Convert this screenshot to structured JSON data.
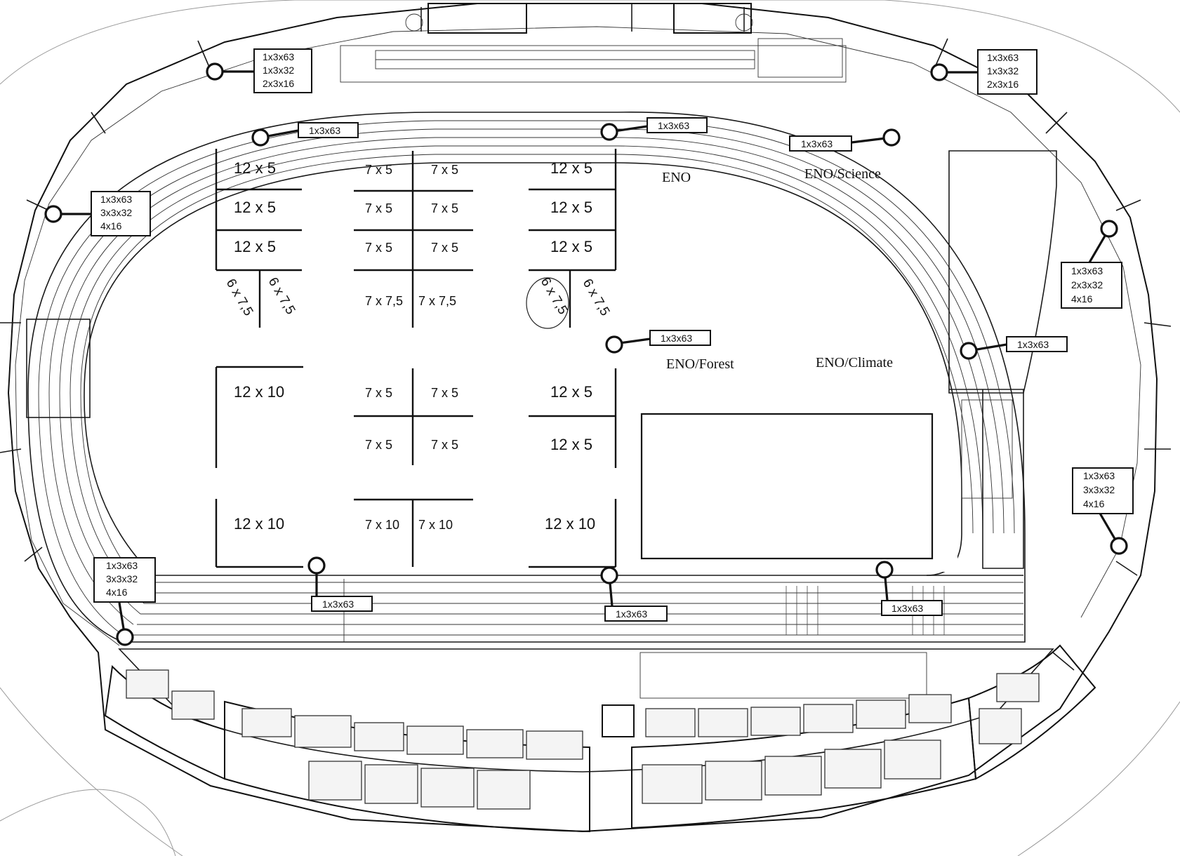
{
  "zones": [
    {
      "id": "eno",
      "label": "ENO"
    },
    {
      "id": "eno-science",
      "label": "ENO/Science"
    },
    {
      "id": "eno-forest",
      "label": "ENO/Forest"
    },
    {
      "id": "eno-climate",
      "label": "ENO/Climate"
    }
  ],
  "stall_labels": {
    "s12x5": "12 x 5",
    "s7x5": "7 x 5",
    "s6x75": "6 x 7,5",
    "s7x75": "7 x 7,5",
    "s12x10": "12 x 10",
    "s7x10": "7 x 10"
  },
  "power_points": {
    "single": [
      "1x3x63"
    ],
    "top_corner": [
      "1x3x63",
      "1x3x32",
      "2x3x16"
    ],
    "right_upper": [
      "1x3x63",
      "2x3x32",
      "4x16"
    ],
    "side_large": [
      "1x3x63",
      "3x3x32",
      "4x16"
    ]
  }
}
